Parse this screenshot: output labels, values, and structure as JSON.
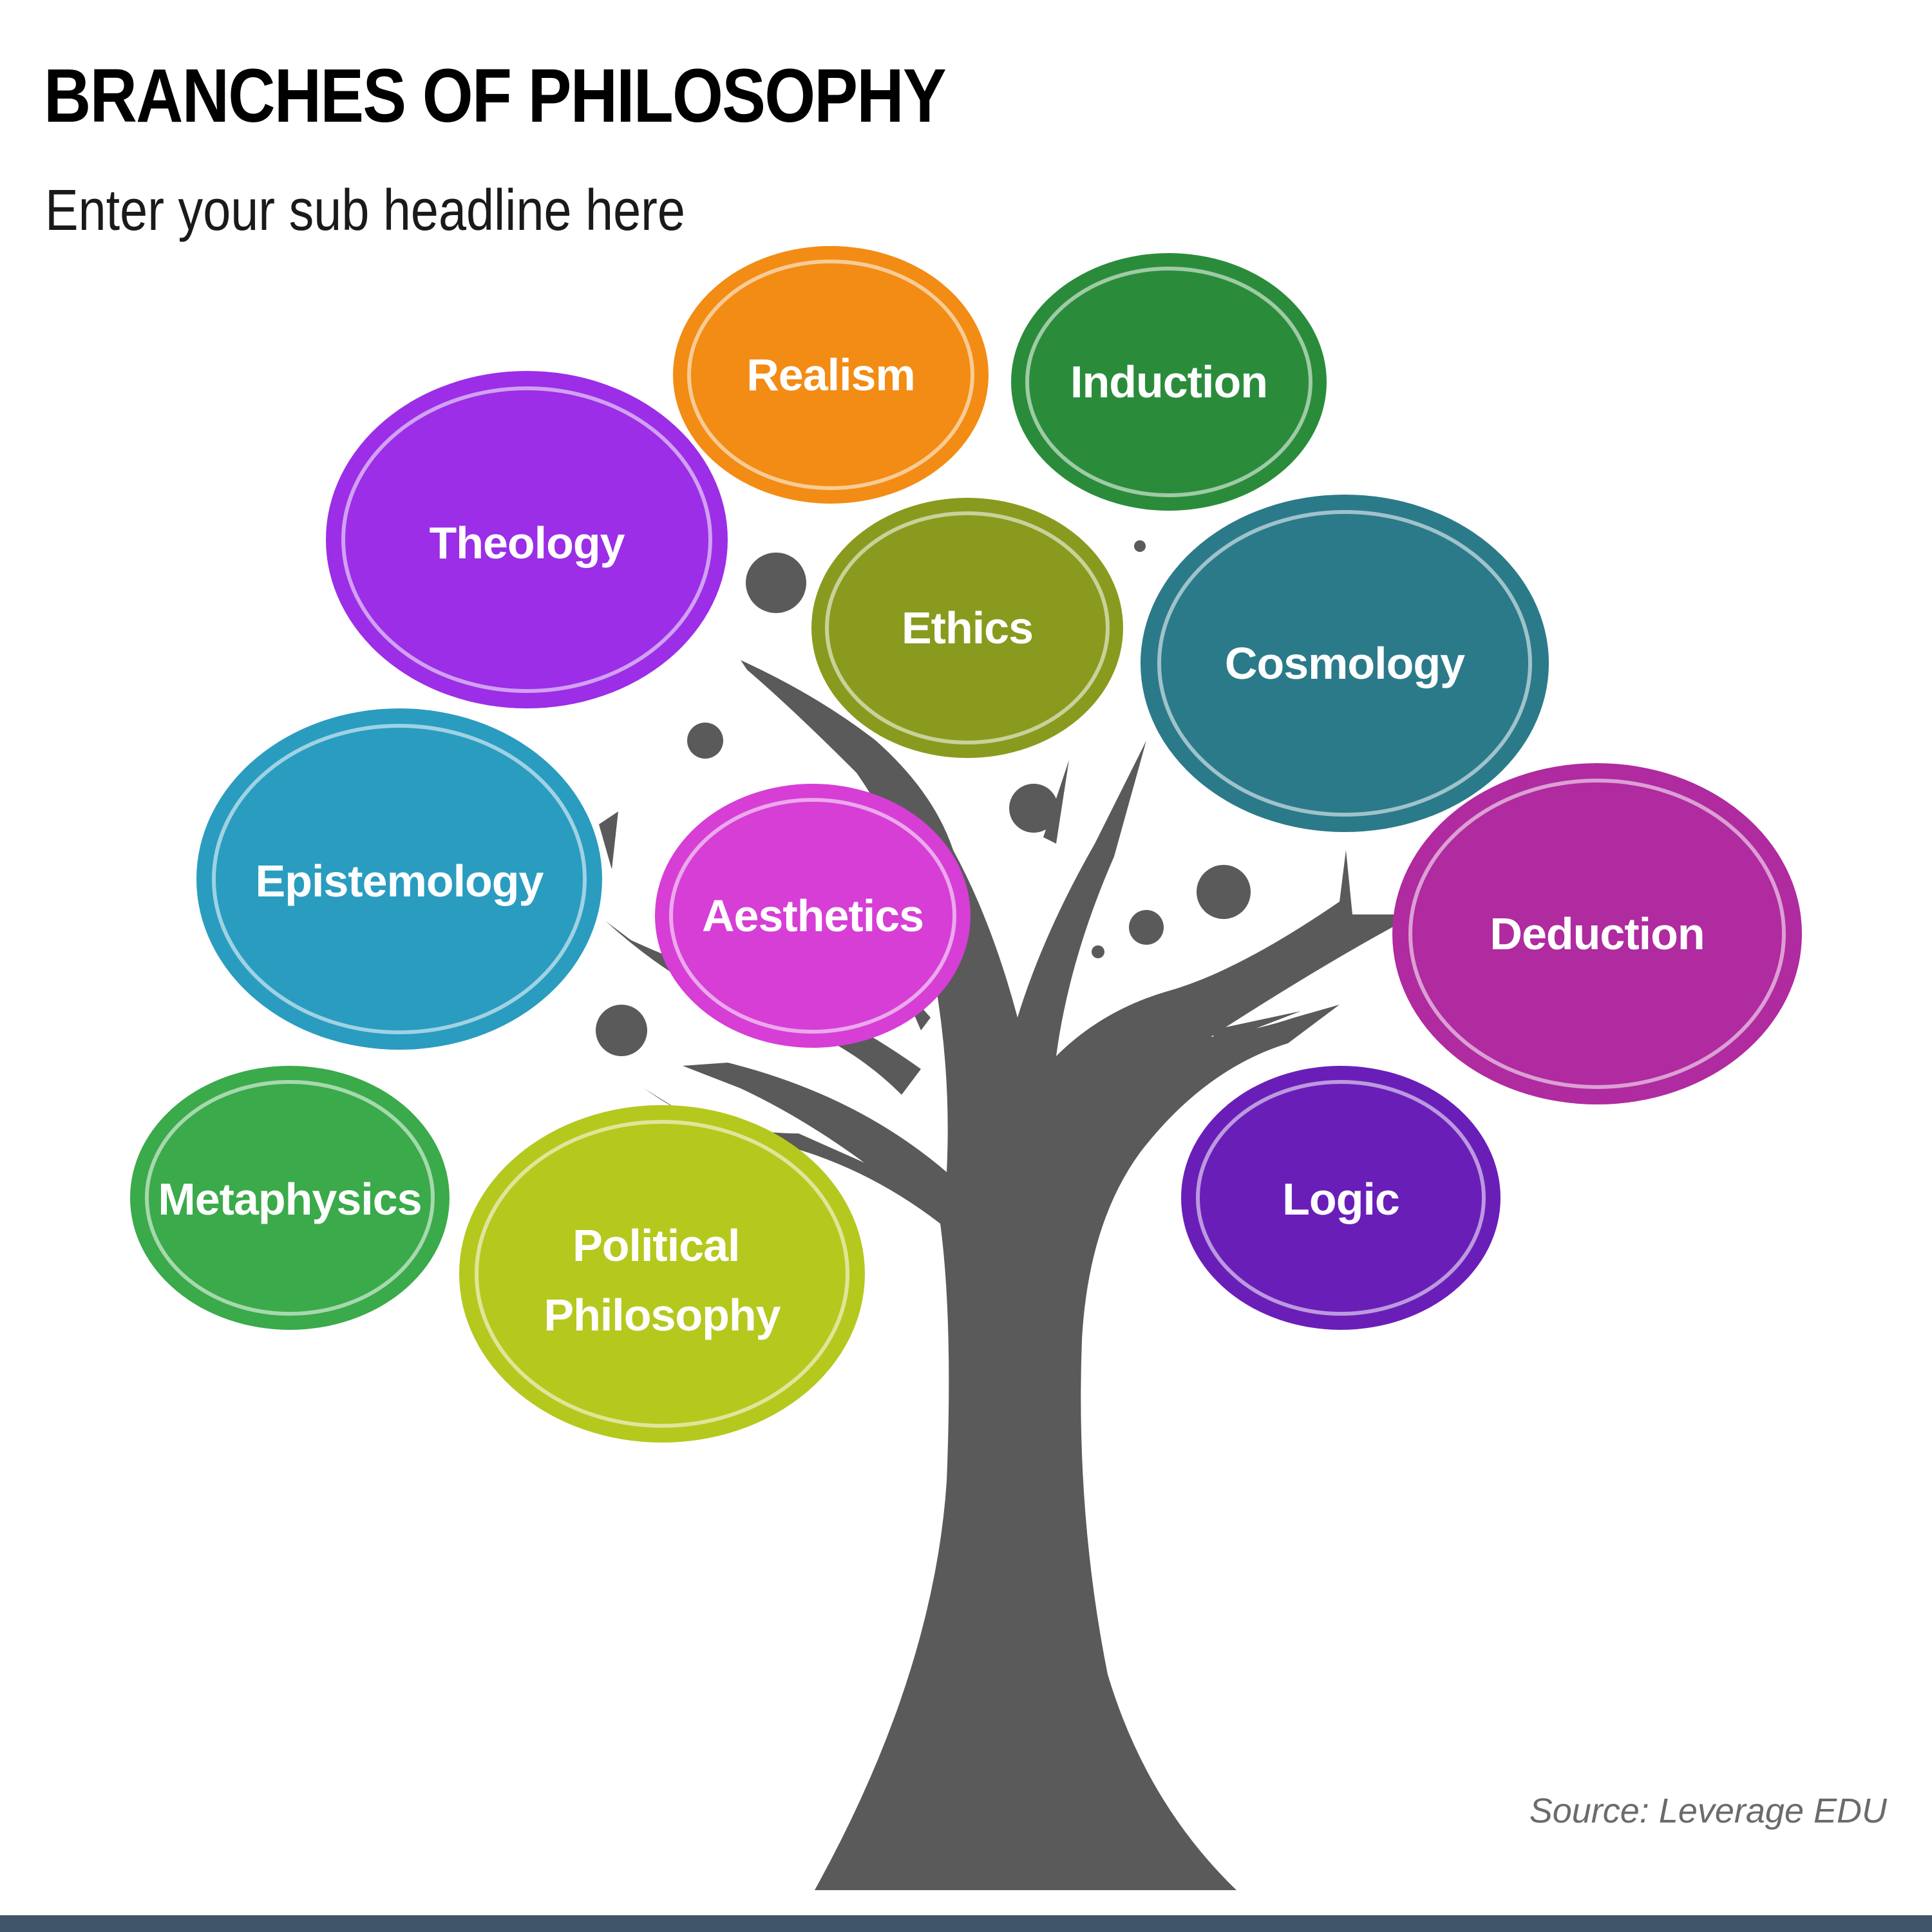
{
  "title": "BRANCHES OF PHILOSOPHY",
  "subtitle": "Enter your sub headline here",
  "source": "Source: Leverage EDU",
  "colors": {
    "trunk": "#5a5a5a",
    "footer_bar": "#40556a"
  },
  "branches": [
    {
      "label": "Realism",
      "color": "#f28c14"
    },
    {
      "label": "Induction",
      "color": "#2a8c3a"
    },
    {
      "label": "Theology",
      "color": "#9b2ee6"
    },
    {
      "label": "Ethics",
      "color": "#8a9a1e"
    },
    {
      "label": "Cosmology",
      "color": "#2b7a8a"
    },
    {
      "label": "Epistemology",
      "color": "#2a9cc0"
    },
    {
      "label": "Aesthetics",
      "color": "#d63ed6"
    },
    {
      "label": "Deduction",
      "color": "#b02aa0"
    },
    {
      "label": "Metaphysics",
      "color": "#3aaa4a"
    },
    {
      "label": "Political Philosophy",
      "color": "#b5c81e"
    },
    {
      "label": "Logic",
      "color": "#6a1eb8"
    }
  ]
}
